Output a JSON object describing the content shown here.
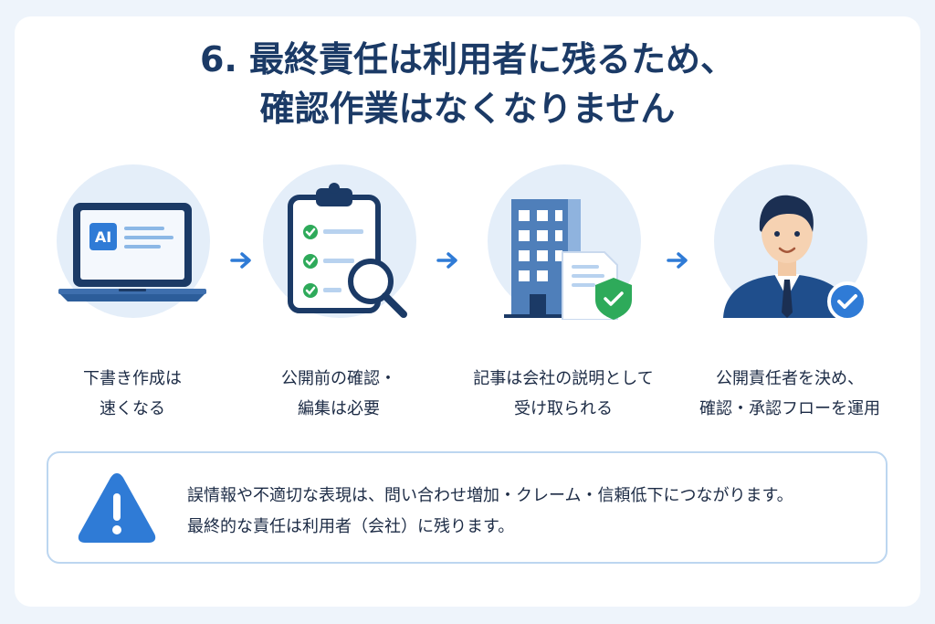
{
  "title": {
    "line1": "6. 最終責任は利用者に残るため、",
    "line2": "確認作業はなくなりません"
  },
  "steps": [
    {
      "icon": "laptop-ai-icon",
      "line1": "下書き作成は",
      "line2": "速くなる"
    },
    {
      "icon": "clipboard-magnifier-icon",
      "line1": "公開前の確認・",
      "line2": "編集は必要"
    },
    {
      "icon": "building-document-shield-icon",
      "line1": "記事は会社の説明として",
      "line2": "受け取られる"
    },
    {
      "icon": "person-check-icon",
      "line1": "公開責任者を決め、",
      "line2": "確認・承認フローを運用"
    }
  ],
  "laptop_badge": "AI",
  "notice": {
    "icon": "warning-icon",
    "line1": "誤情報や不適切な表現は、問い合わせ増加・クレーム・信頼低下につながります。",
    "line2": "最終的な責任は利用者（会社）に残ります。"
  },
  "colors": {
    "accent": "#2f7bd6",
    "navy": "#1b3a66",
    "circle_bg": "#e4eef9",
    "check_green": "#2eaa5a"
  }
}
